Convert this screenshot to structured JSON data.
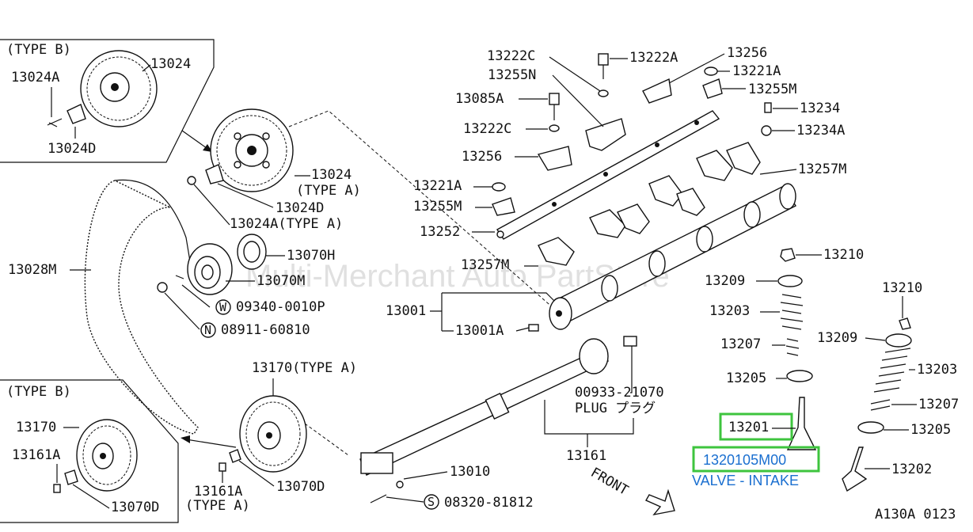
{
  "watermark": "Multi-Merchant Auto PartStore",
  "diagram_code": "A130A 0123",
  "highlight": {
    "part_label": "13201",
    "part_number": "1320105M00",
    "description": "VALVE - INTAKE",
    "highlight_color": "#3ec43e",
    "text_color": "#1a6fd0"
  },
  "labels": {
    "type_b_top": "(TYPE B)",
    "p13024_b": "13024",
    "p13024a_b": "13024A",
    "p13024d_b": "13024D",
    "p13024_a": "13024",
    "type_a_1": "(TYPE A)",
    "p13024d_a": "13024D",
    "p13024a_a": "13024A(TYPE A)",
    "p13028m": "13028M",
    "p13070h": "13070H",
    "p13070m": "13070M",
    "w_code": "09340-0010P",
    "n_code": "08911-60810",
    "p13001": "13001",
    "p13001a": "13001A",
    "p13222c_1": "13222C",
    "p13222a": "13222A",
    "p13256_1": "13256",
    "p13255n": "13255N",
    "p13221a_1": "13221A",
    "p13085a": "13085A",
    "p13255m_1": "13255M",
    "p13222c_2": "13222C",
    "p13234": "13234",
    "p13256_2": "13256",
    "p13234a": "13234A",
    "p13221a_2": "13221A",
    "p13257m_1": "13257M",
    "p13255m_2": "13255M",
    "p13252": "13252",
    "p13257m_2": "13257M",
    "p13210_1": "13210",
    "p13209_1": "13209",
    "p13210_2": "13210",
    "p13203_1": "13203",
    "p13207_1": "13207",
    "p13209_2": "13209",
    "p13203_2": "13203",
    "p13205_1": "13205",
    "p13207_2": "13207",
    "p13205_2": "13205",
    "p13202": "13202",
    "plug_code": "00933-21070",
    "plug_text": "PLUG プラグ",
    "p13161": "13161",
    "p13170_a": "13170(TYPE A)",
    "type_b_bottom": "(TYPE B)",
    "p13170_b": "13170",
    "p13161a_b": "13161A",
    "p13070d_b": "13070D",
    "p13161a_a": "13161A",
    "type_a_2": "(TYPE A)",
    "p13070d_a": "13070D",
    "p13010": "13010",
    "s_code": "08320-81812",
    "front": "FRONT",
    "w_symbol": "W",
    "n_symbol": "N",
    "s_symbol": "S"
  }
}
